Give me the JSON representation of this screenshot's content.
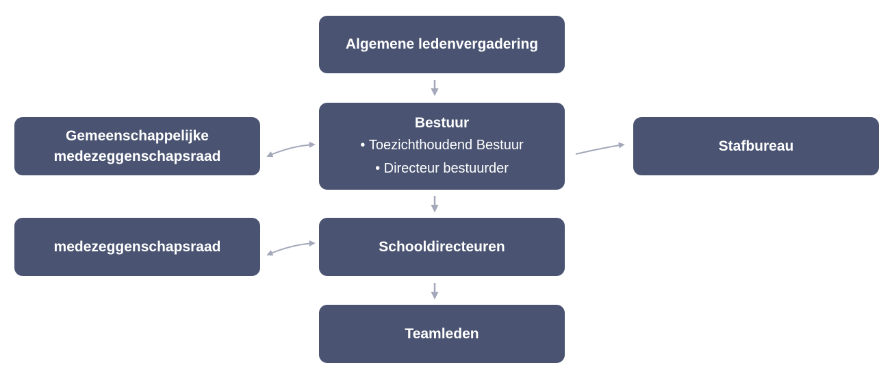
{
  "colors": {
    "box_fill": "#4a5472",
    "box_text": "#ffffff",
    "connector": "#a3a8ba"
  },
  "nodes": {
    "alv": {
      "title": "Algemene ledenvergadering"
    },
    "bestuur": {
      "title": "Bestuur",
      "items": [
        "Toezichthoudend Bestuur",
        "Directeur bestuurder"
      ]
    },
    "gmr": {
      "lines": [
        "Gemeenschappelijke",
        "medezeggenschapsraad"
      ]
    },
    "stafbureau": {
      "title": "Stafbureau"
    },
    "mr": {
      "title": "medezeggenschapsraad"
    },
    "schooldirecteuren": {
      "title": "Schooldirecteuren"
    },
    "teamleden": {
      "title": "Teamleden"
    }
  }
}
